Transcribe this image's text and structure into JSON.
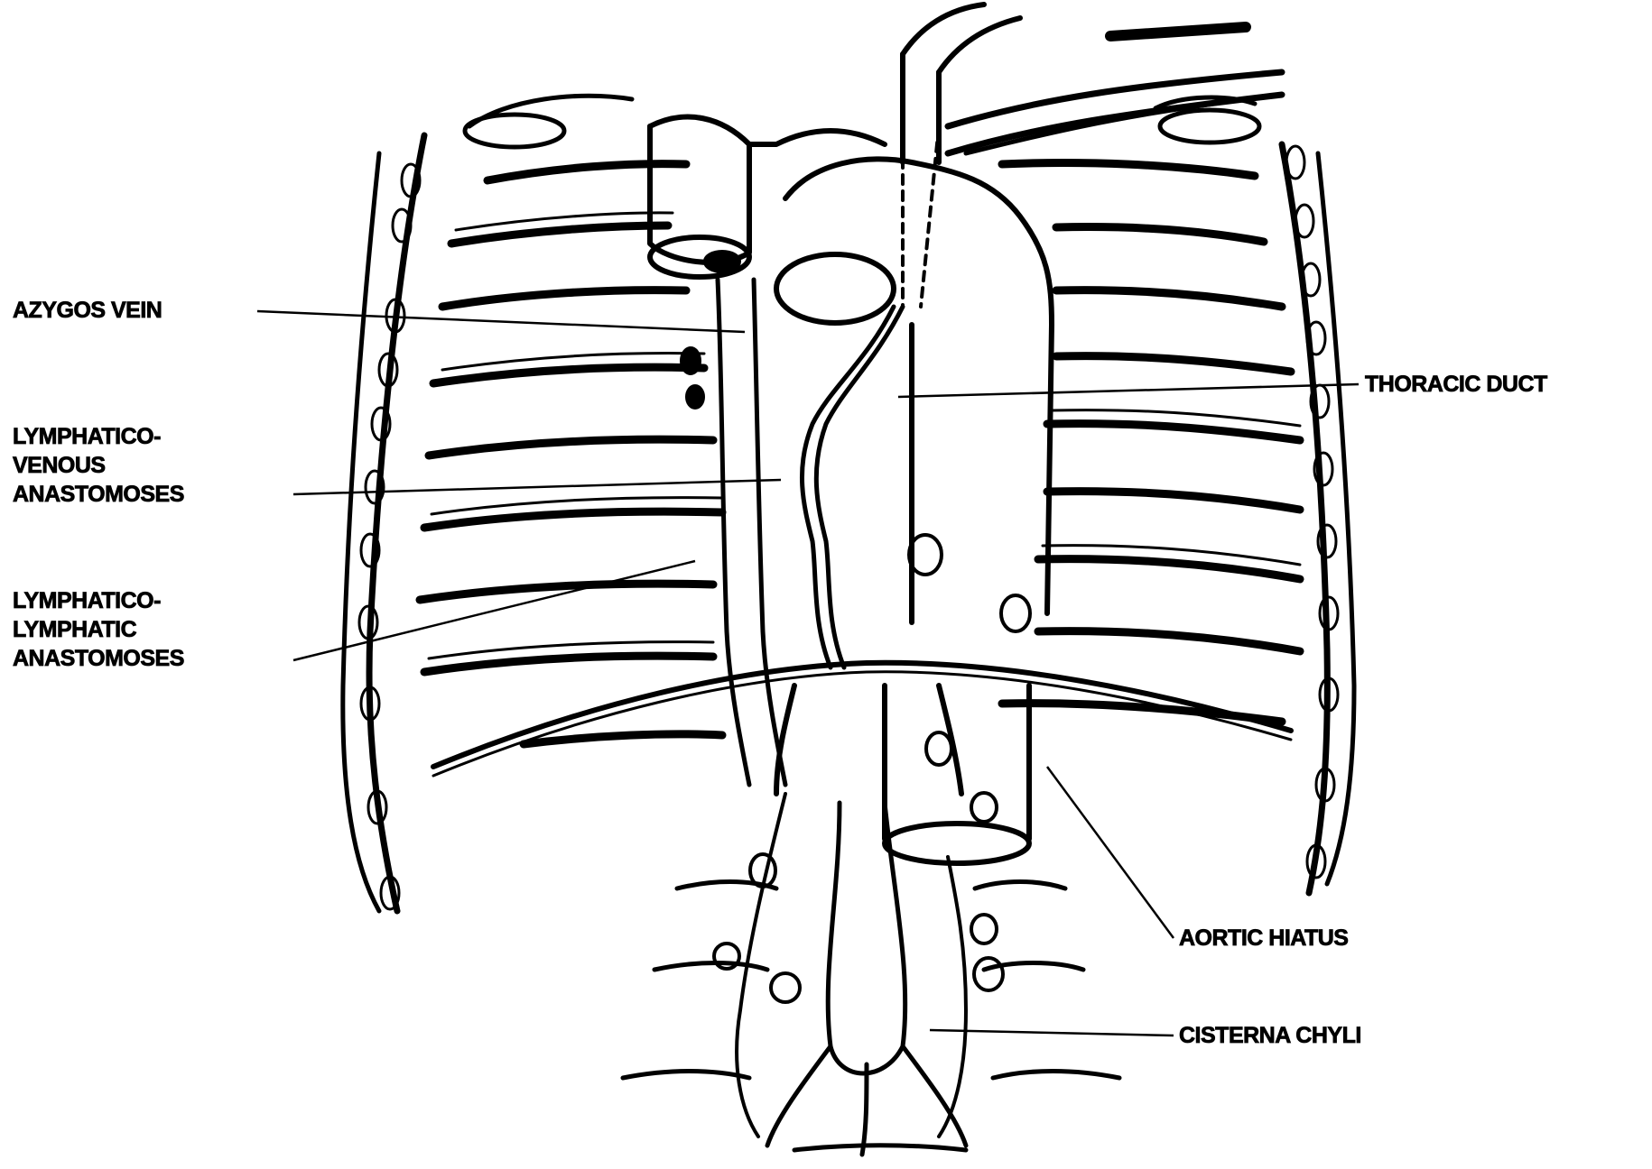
{
  "labels": {
    "azygos_vein": "AZYGOS VEIN",
    "thoracic_duct": "THORACIC DUCT",
    "lymphatico_venous": [
      "LYMPHATICO-",
      "VENOUS",
      "ANASTOMOSES"
    ],
    "lymphatico_lymphatic": [
      "LYMPHATICO-",
      "LYMPHATIC",
      "ANASTOMOSES"
    ],
    "aortic_hiatus": "AORTIC HIATUS",
    "cisterna_chyli": "CISTERNA CHYLI"
  }
}
